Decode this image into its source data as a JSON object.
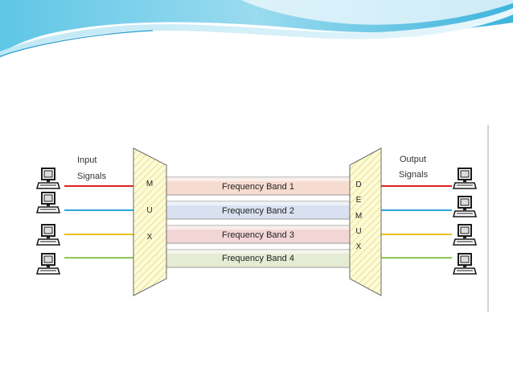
{
  "diagram": {
    "input_label_line1": "Input",
    "input_label_line2": "Signals",
    "output_label_line1": "Output",
    "output_label_line2": "Signals",
    "mux_letters": [
      "M",
      "U",
      "X"
    ],
    "demux_letters": [
      "D",
      "E",
      "M",
      "U",
      "X"
    ],
    "bands": [
      {
        "label": "Frequency Band 1",
        "fill": "#f6dcd0",
        "line": "#e02020"
      },
      {
        "label": "Frequency Band 2",
        "fill": "#d9e1f0",
        "line": "#2aa7dd"
      },
      {
        "label": "Frequency Band 3",
        "fill": "#f2d6d6",
        "line": "#e8c21e"
      },
      {
        "label": "Frequency Band 4",
        "fill": "#e4ecd4",
        "line": "#8dc850"
      }
    ],
    "icons": {
      "input_terminal": "computer-icon",
      "output_terminal": "computer-icon"
    }
  }
}
